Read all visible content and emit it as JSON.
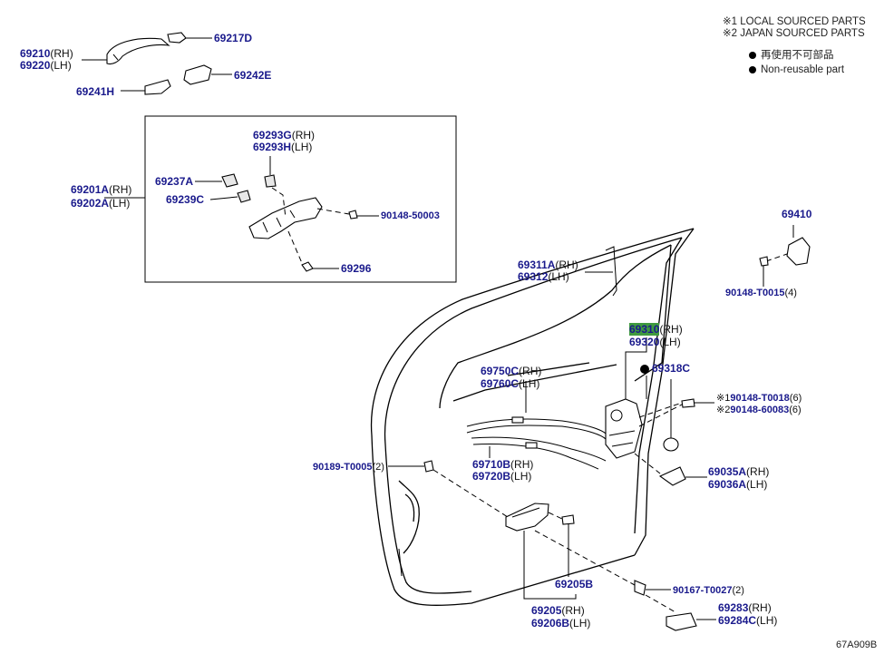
{
  "legend": {
    "local": "※1 LOCAL SOURCED PARTS",
    "japan": "※2 JAPAN SOURCED PARTS",
    "nonreusable_jp": "再使用不可部品",
    "nonreusable_en": "Non-reusable part"
  },
  "figure_code": "67A909B",
  "labels": {
    "p69210": "69210",
    "p69210_sfx": "(RH)",
    "p69220": "69220",
    "p69220_sfx": "(LH)",
    "p69217D": "69217D",
    "p69241H": "69241H",
    "p69242E": "69242E",
    "p69293G": "69293G",
    "p69293G_sfx": "(RH)",
    "p69293H": "69293H",
    "p69293H_sfx": "(LH)",
    "p69237A": "69237A",
    "p69239C": "69239C",
    "p69201A": "69201A",
    "p69201A_sfx": "(RH)",
    "p69202A": "69202A",
    "p69202A_sfx": "(LH)",
    "p90148_50003": "90148-50003",
    "p69296": "69296",
    "p69410": "69410",
    "p90148_T0015": "90148-T0015",
    "p90148_T0015_sfx": "(4)",
    "p69311A": "69311A",
    "p69311A_sfx": "(RH)",
    "p69312": "69312",
    "p69312_sfx": "(LH)",
    "p69310": "69310",
    "p69310_sfx": "(RH)",
    "p69320": "69320",
    "p69320_sfx": "(LH)",
    "p69318C": "69318C",
    "p69750C": "69750C",
    "p69750C_sfx": "(RH)",
    "p69760C": "69760C",
    "p69760C_sfx": "(LH)",
    "p90148_T0018_pre": "※1",
    "p90148_T0018": "90148-T0018",
    "p90148_T0018_sfx": "(6)",
    "p90148_60083_pre": "※2",
    "p90148_60083": "90148-60083",
    "p90148_60083_sfx": "(6)",
    "p90189_T0005": "90189-T0005",
    "p90189_T0005_sfx": "(2)",
    "p69710B": "69710B",
    "p69710B_sfx": "(RH)",
    "p69720B": "69720B",
    "p69720B_sfx": "(LH)",
    "p69035A": "69035A",
    "p69035A_sfx": "(RH)",
    "p69036A": "69036A",
    "p69036A_sfx": "(LH)",
    "p69205B": "69205B",
    "p90167_T0027": "90167-T0027",
    "p90167_T0027_sfx": "(2)",
    "p69205": "69205",
    "p69205_sfx": "(RH)",
    "p69206B": "69206B",
    "p69206B_sfx": "(LH)",
    "p69283": "69283",
    "p69283_sfx": "(RH)",
    "p69284C": "69284C",
    "p69284C_sfx": "(LH)"
  },
  "colors": {
    "part_number": "#1a1a8c",
    "highlight": "#3f9a3f"
  }
}
